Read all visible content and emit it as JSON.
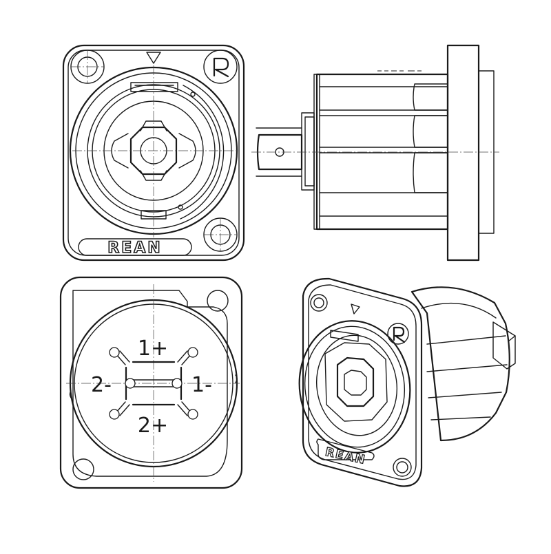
{
  "brand": {
    "logo_text": "REAN",
    "logo_text_iso": "REAN"
  },
  "pin_labels": {
    "p1_plus": "1+",
    "p1_minus": "1-",
    "p2_plus": "2+",
    "p2_minus": "2-"
  },
  "colors": {
    "line": "#1a1a1a",
    "background": "#ffffff"
  }
}
